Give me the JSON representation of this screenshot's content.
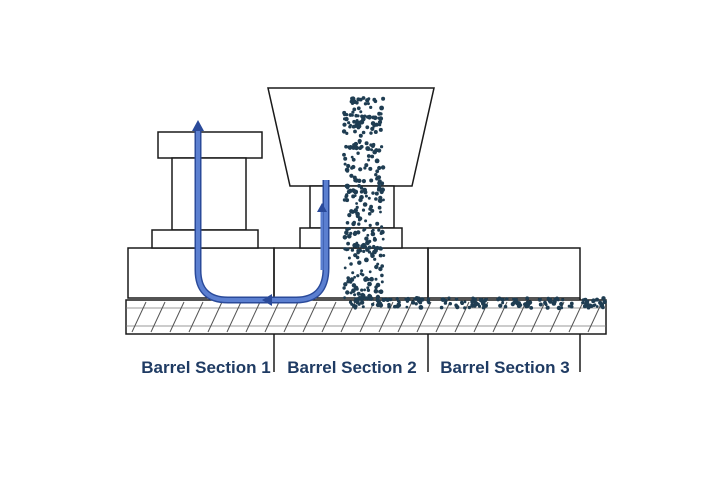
{
  "sections": [
    {
      "label": "Barrel Section 1"
    },
    {
      "label": "Barrel Section 2"
    },
    {
      "label": "Barrel Section 3"
    }
  ],
  "colors": {
    "outline": "#1a1a1a",
    "flow_arrow": "#4a6fc0",
    "flow_arrow_edge": "#2a4a9a",
    "granules": "#1f3d52",
    "label_text": "#1f3b63"
  },
  "icons": {
    "flow": "u-shaped-flow-arrow",
    "granules": "dense-pellet-cluster"
  }
}
